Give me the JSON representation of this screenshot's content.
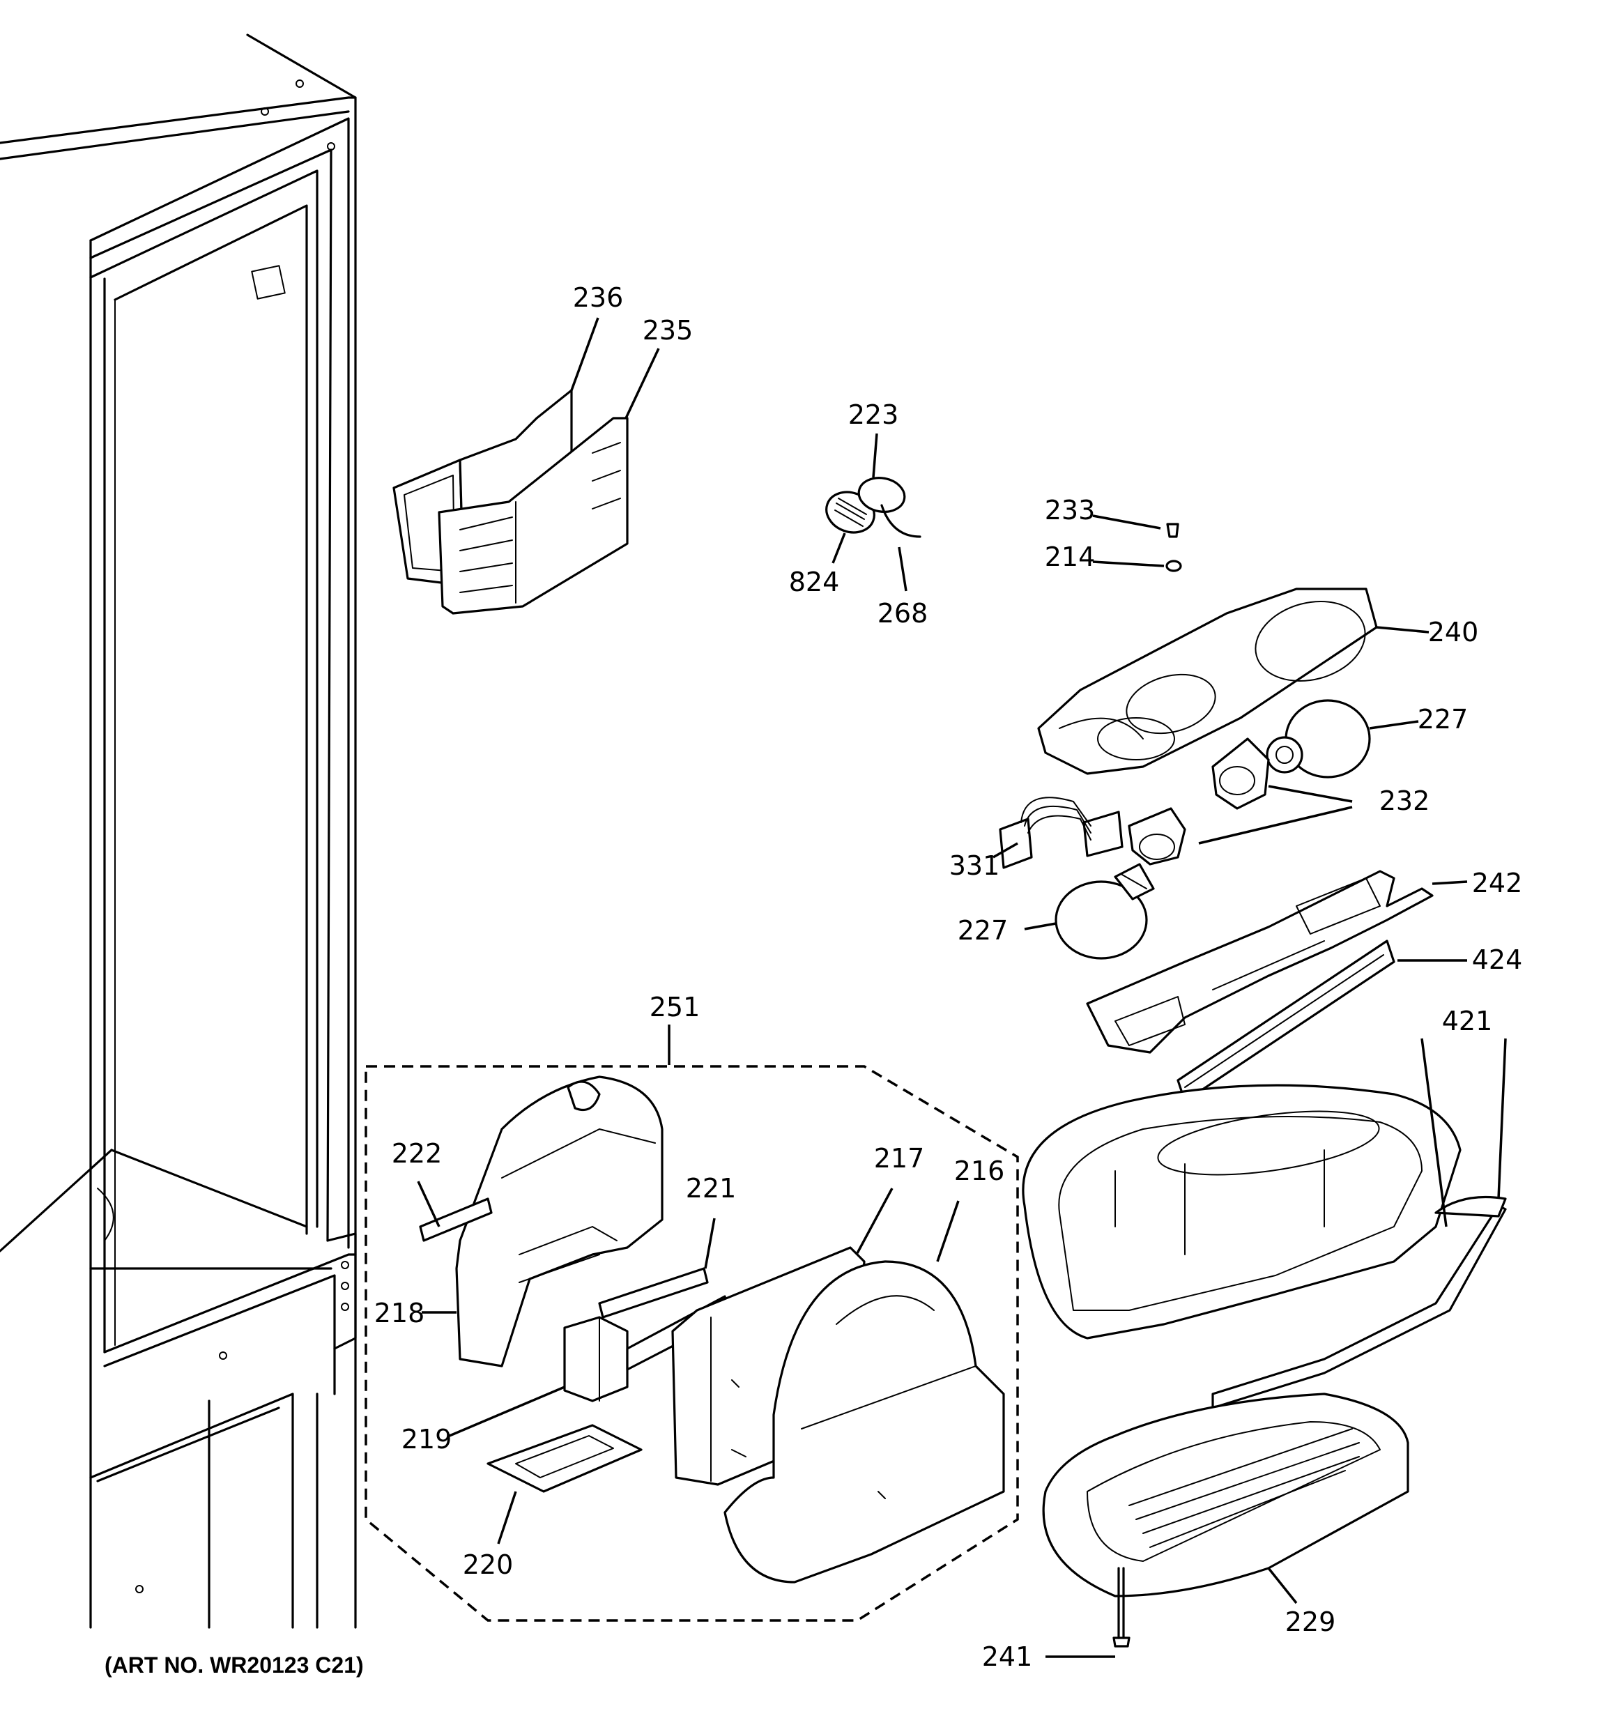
{
  "art_number": "(ART NO. WR20123 C21)",
  "dashed_group_label": "251",
  "callouts": [
    {
      "id": "236",
      "text": "236"
    },
    {
      "id": "235",
      "text": "235"
    },
    {
      "id": "223",
      "text": "223"
    },
    {
      "id": "824",
      "text": "824"
    },
    {
      "id": "268",
      "text": "268"
    },
    {
      "id": "233",
      "text": "233"
    },
    {
      "id": "214",
      "text": "214"
    },
    {
      "id": "240",
      "text": "240"
    },
    {
      "id": "227a",
      "text": "227"
    },
    {
      "id": "232",
      "text": "232"
    },
    {
      "id": "331",
      "text": "331"
    },
    {
      "id": "242",
      "text": "242"
    },
    {
      "id": "227b",
      "text": "227"
    },
    {
      "id": "424",
      "text": "424"
    },
    {
      "id": "421",
      "text": "421"
    },
    {
      "id": "222",
      "text": "222"
    },
    {
      "id": "221",
      "text": "221"
    },
    {
      "id": "217",
      "text": "217"
    },
    {
      "id": "216",
      "text": "216"
    },
    {
      "id": "218",
      "text": "218"
    },
    {
      "id": "219",
      "text": "219"
    },
    {
      "id": "220",
      "text": "220"
    },
    {
      "id": "229",
      "text": "229"
    },
    {
      "id": "241",
      "text": "241"
    }
  ]
}
